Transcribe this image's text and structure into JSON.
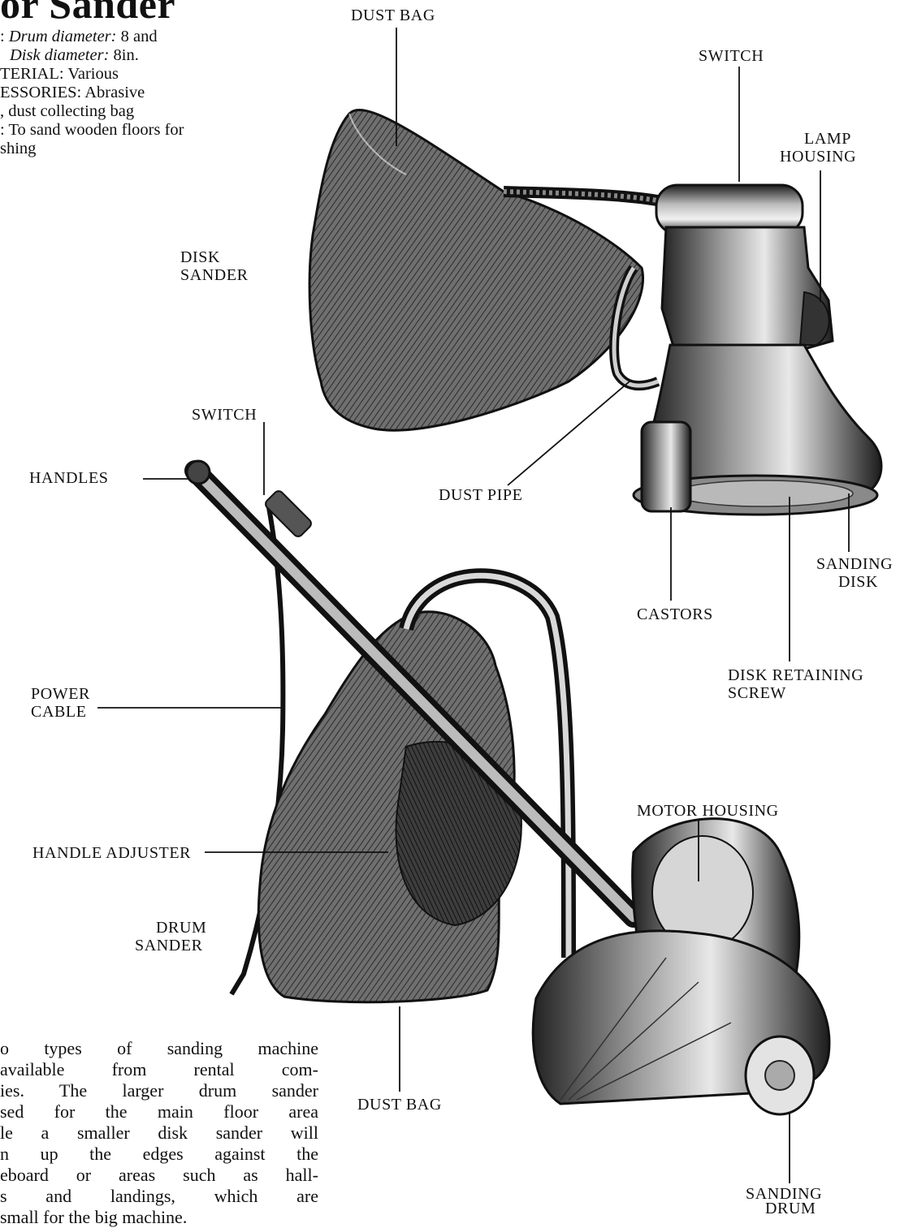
{
  "title": "or Sander",
  "spec": {
    "line1_prefix": ": ",
    "line1_em": "Drum diameter:",
    "line1_rest": " 8 and",
    "line2_em": "Disk diameter:",
    "line2_rest": " 8in.",
    "line3": "TERIAL: Various",
    "line4": "ESSORIES: Abrasive",
    "line5": ", dust collecting bag",
    "line6": ": To sand wooden floors for",
    "line7": "shing"
  },
  "labels": {
    "dust_bag_top": "DUST BAG",
    "switch_top": "SWITCH",
    "lamp_1": "LAMP",
    "lamp_2": "HOUSING",
    "disk_1": "DISK",
    "disk_2": "SANDER",
    "switch_mid": "SWITCH",
    "handles": "HANDLES",
    "dust_pipe": "DUST PIPE",
    "sanding_disk_1": "SANDING",
    "sanding_disk_2": "DISK",
    "castors": "CASTORS",
    "retaining_1": "DISK RETAINING",
    "retaining_2": "SCREW",
    "power_1": "POWER",
    "power_2": "CABLE",
    "motor_housing": "MOTOR HOUSING",
    "handle_adjuster": "HANDLE ADJUSTER",
    "drum_1": "DRUM",
    "drum_2": "SANDER",
    "dust_bag_bottom": "DUST BAG",
    "sanding_drum_1": "SANDING",
    "sanding_drum_2": "DRUM"
  },
  "body": [
    "o types of sanding machine",
    "available from rental com-",
    "ies. The larger drum sander",
    "sed for the main floor area",
    "le a smaller disk sander will",
    "n up the edges against the",
    "eboard or areas such as hall-",
    "s and landings, which are",
    "small for the big machine."
  ]
}
